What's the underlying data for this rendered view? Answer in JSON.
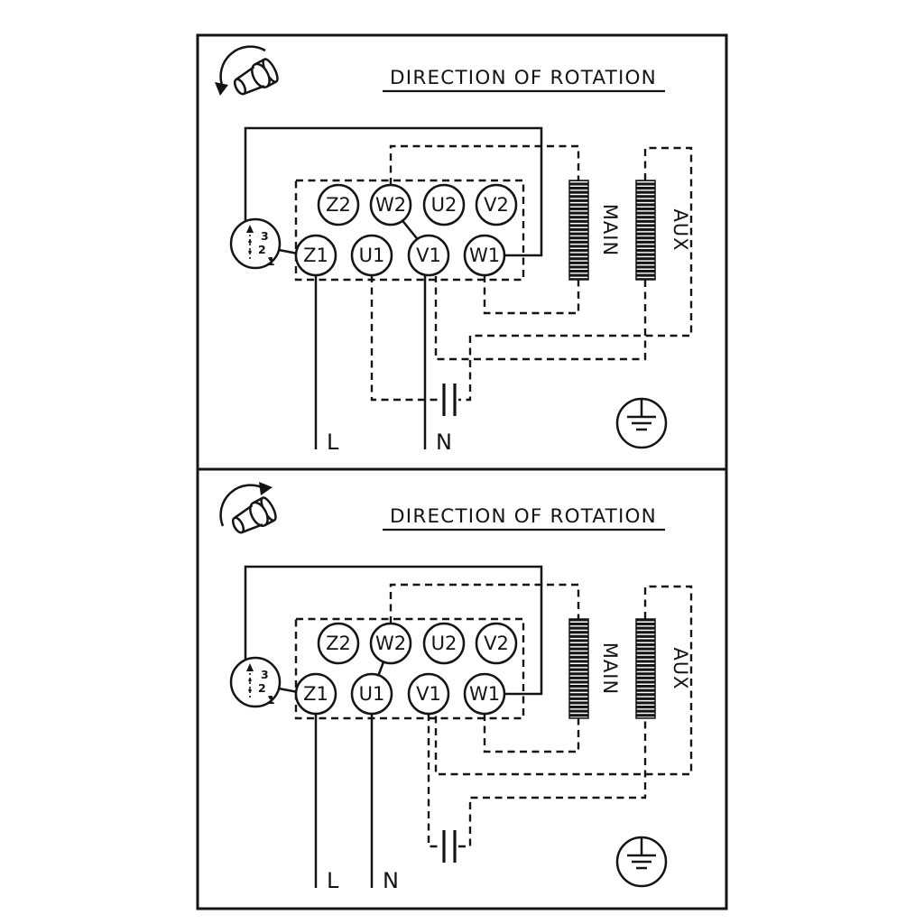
{
  "panels": [
    {
      "title": "DIRECTION OF ROTATION",
      "terminals": {
        "top_row": [
          "Z2",
          "W2",
          "U2",
          "V2"
        ],
        "bottom_row": [
          "Z1",
          "U1",
          "V1",
          "W1"
        ]
      },
      "windings": {
        "main": "MAIN",
        "aux": "AUX"
      },
      "supply": {
        "line": "L",
        "neutral": "N"
      },
      "selector": [
        "3",
        "2",
        "1"
      ],
      "icons": [
        "rotation-icon",
        "ground-icon",
        "capacitor-symbol"
      ]
    },
    {
      "title": "DIRECTION OF ROTATION",
      "terminals": {
        "top_row": [
          "Z2",
          "W2",
          "U2",
          "V2"
        ],
        "bottom_row": [
          "Z1",
          "U1",
          "V1",
          "W1"
        ]
      },
      "windings": {
        "main": "MAIN",
        "aux": "AUX"
      },
      "supply": {
        "line": "L",
        "neutral": "N"
      },
      "selector": [
        "3",
        "2",
        "1"
      ],
      "icons": [
        "rotation-icon",
        "ground-icon",
        "capacitor-symbol"
      ]
    }
  ],
  "colors": {
    "ink": "#141414",
    "background": "#ffffff"
  }
}
